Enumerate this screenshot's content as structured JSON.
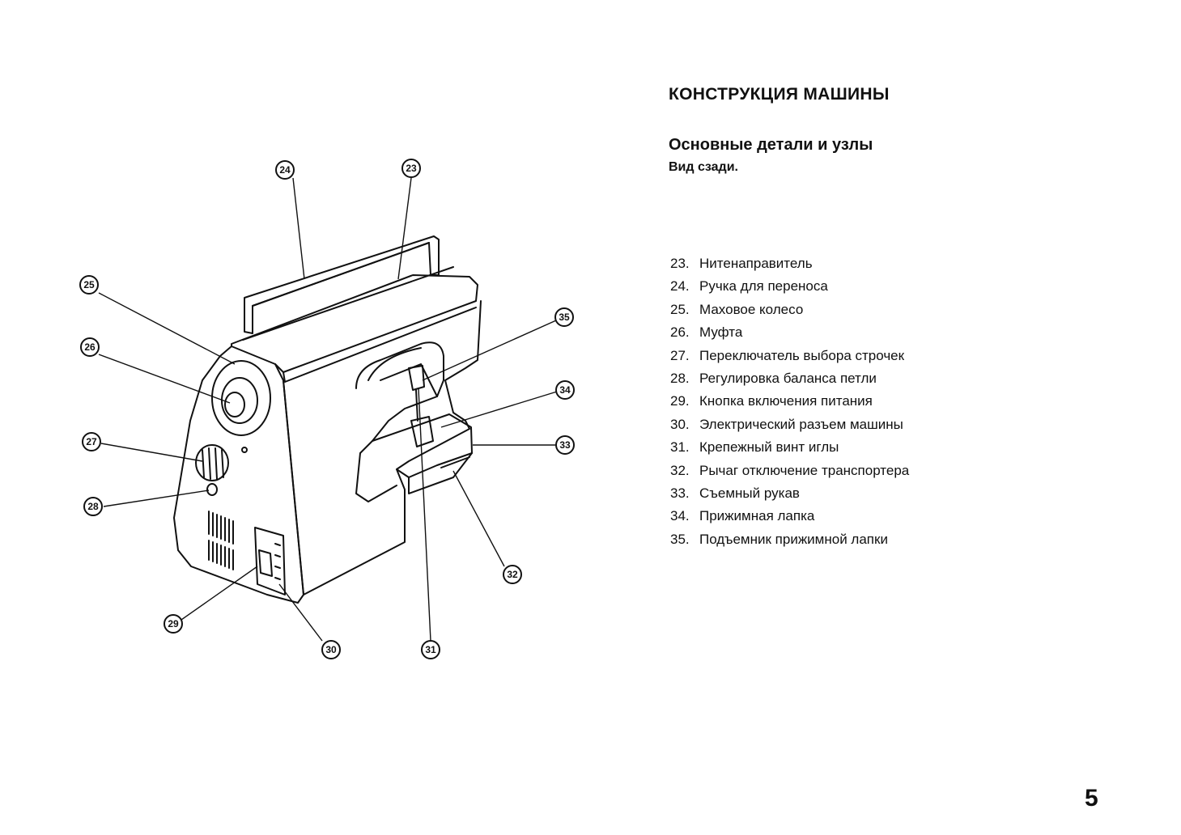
{
  "header": {
    "title": "КОНСТРУКЦИЯ МАШИНЫ",
    "subtitle": "Основные детали и узлы",
    "view": "Вид сзади."
  },
  "parts": [
    {
      "num": "23.",
      "label": "Нитенаправитель"
    },
    {
      "num": "24.",
      "label": "Ручка для переноса"
    },
    {
      "num": "25.",
      "label": "Маховое колесо"
    },
    {
      "num": "26.",
      "label": "Муфта"
    },
    {
      "num": "27.",
      "label": "Переключатель выбора строчек"
    },
    {
      "num": "28.",
      "label": "Регулировка баланса петли"
    },
    {
      "num": "29.",
      "label": "Кнопка включения питания"
    },
    {
      "num": "30.",
      "label": "Электрический разъем машины"
    },
    {
      "num": "31.",
      "label": "Крепежный винт иглы"
    },
    {
      "num": "32.",
      "label": "Рычаг отключение транспортера"
    },
    {
      "num": "33.",
      "label": "Съемный рукав"
    },
    {
      "num": "34.",
      "label": "Прижимная лапка"
    },
    {
      "num": "35.",
      "label": "Подъемник прижимной лапки"
    }
  ],
  "callouts": [
    "23",
    "24",
    "25",
    "26",
    "27",
    "28",
    "29",
    "30",
    "31",
    "32",
    "33",
    "34",
    "35"
  ],
  "page_number": "5"
}
